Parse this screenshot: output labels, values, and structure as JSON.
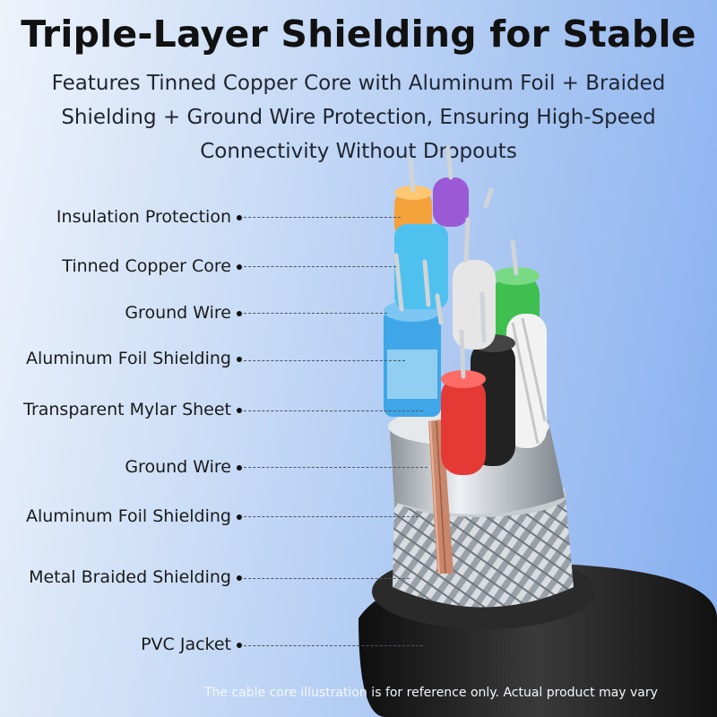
{
  "header": {
    "title": "Triple-Layer Shielding for Stable",
    "subtitle": "Features Tinned Copper Core with Aluminum Foil + Braided Shielding + Ground Wire Protection, Ensuring High-Speed Connectivity Without Dropouts"
  },
  "labels": [
    {
      "text": "Insulation Protection"
    },
    {
      "text": "Tinned Copper Core"
    },
    {
      "text": "Ground Wire"
    },
    {
      "text": "Aluminum Foil Shielding"
    },
    {
      "text": "Transparent Mylar Sheet"
    },
    {
      "text": "Ground Wire"
    },
    {
      "text": "Aluminum Foil Shielding"
    },
    {
      "text": "Metal Braided Shielding"
    },
    {
      "text": "PVC Jacket"
    }
  ],
  "footer": {
    "disclaimer": "The cable core illustration is for reference only. Actual product may vary"
  },
  "colors": {
    "orange": "#f4a23c",
    "purple": "#9b59d6",
    "blue": "#3fa7e8",
    "green": "#3fbf4f",
    "red": "#e53935",
    "black": "#222222",
    "white": "#f2f2f2",
    "jacket": "#1b1b1b",
    "copper": "#c9876b",
    "silver": "#bfc4c9"
  }
}
